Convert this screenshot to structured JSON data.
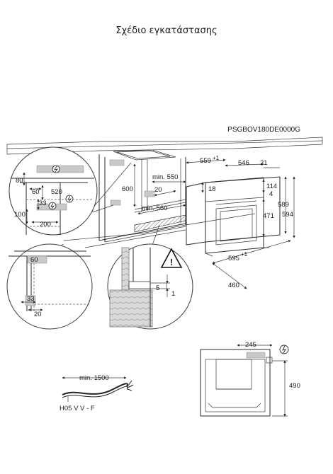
{
  "page": {
    "title": "Σχέδιο εγκατάστασης",
    "model_code": "PSGBOV180DE0000G"
  },
  "cabinet": {
    "min_550": "min. 550",
    "d_600": "600",
    "d_20": "20",
    "min_560": "min. 560"
  },
  "left_detail": {
    "d_80": "80",
    "d_60": "60",
    "d_520": "520",
    "d_33": "33",
    "d_100": "100",
    "d_200": "200"
  },
  "oven": {
    "d_559": "559",
    "d_559_tol": "+1",
    "d_546": "546",
    "d_21": "21",
    "d_18": "18",
    "d_114": "114",
    "d_4": "4",
    "d_589": "589",
    "d_594": "594",
    "d_471": "471",
    "d_595": "595",
    "d_595_tol": "+1",
    "d_460": "460"
  },
  "corner_detail": {
    "d_60": "60",
    "d_33": "33",
    "d_20": "20"
  },
  "gap_detail": {
    "d_5": "5",
    "d_1": "1",
    "warning_mark": "!"
  },
  "cable": {
    "min_1500": "min. 1500",
    "type": "H05 V V - F"
  },
  "back_view": {
    "d_245": "245",
    "d_490": "490"
  }
}
